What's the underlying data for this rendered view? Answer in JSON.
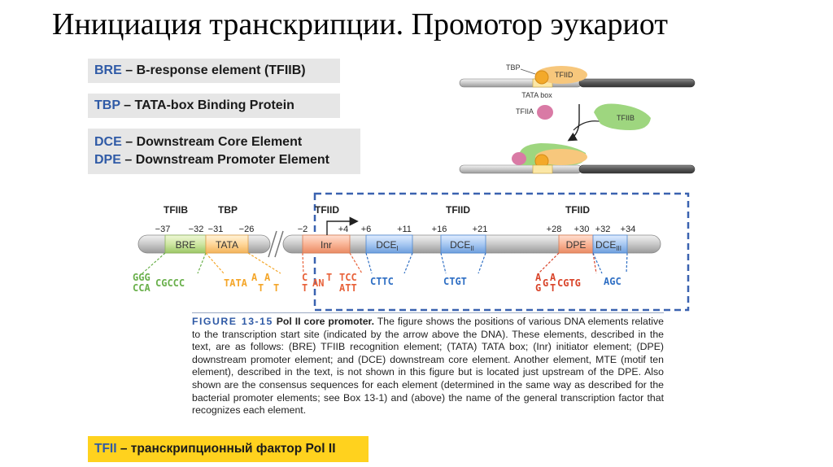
{
  "title": "Инициация транскрипции. Промотор эукариот",
  "legend": {
    "bre": {
      "abbr": "BRE",
      "text": " – B-response element (TFIIB)"
    },
    "tbp": {
      "abbr": "TBP",
      "text": " – TATA-box Binding Protein"
    },
    "dce": {
      "abbr": "DCE",
      "text": " – Downstream Core Element"
    },
    "dpe": {
      "abbr": "DPE",
      "text": " – Downstream Promoter Element"
    }
  },
  "assembly_diagram": {
    "labels": {
      "tbp": "TBP",
      "tfiid": "TFIID",
      "tata_box": "TATA box",
      "tfiia": "TFIIA",
      "tfiib": "TFIIB"
    }
  },
  "promoter_map": {
    "factors": {
      "tfiib": "TFIIB",
      "tbp": "TBP",
      "tfiid_1": "TFIID",
      "tfiid_2": "TFIID",
      "tfiid_3": "TFIID"
    },
    "positions": {
      "p37": "−37",
      "p32": "−32",
      "p31": "−31",
      "p26": "−26",
      "p2": "−2",
      "p4": "+4",
      "p6": "+6",
      "p11": "+11",
      "p16": "+16",
      "p21": "+21",
      "p28": "+28",
      "p30": "+30",
      "p32b": "+32",
      "p34": "+34"
    },
    "elements": {
      "bre": "BRE",
      "tata": "TATA",
      "inr": "Inr",
      "dce1": "DCE",
      "dce1_sub": "I",
      "dce2": "DCE",
      "dce2_sub": "II",
      "dpe": "DPE",
      "dce3": "DCE",
      "dce3_sub": "III"
    },
    "sequences": {
      "bre_a": "GGG",
      "bre_b": "CCA",
      "bre_c": "CGCCC",
      "tata_a": "TATA",
      "tata_b": "A",
      "tata_c": "A",
      "tata_d": "T",
      "tata_e": "T",
      "inr_a": "C",
      "inr_b": "T",
      "inr_c": "AN",
      "inr_d": "T",
      "inr_e": "TCC",
      "inr_f": "ATT",
      "dce1": "CTTC",
      "dce2": "CTGT",
      "dpe_a": "A",
      "dpe_b": "G",
      "dpe_c": "G",
      "dpe_d": "A",
      "dpe_e": "T",
      "dpe_f": "CGTG",
      "dce3": "AGC"
    },
    "colors": {
      "bre": "#6ab04c",
      "tata": "#f4a62a",
      "inr": "#e8623a",
      "dce": "#2f6fc4",
      "dpe": "#d9452b",
      "highlight_box": "#3a62b0"
    }
  },
  "caption": {
    "figure_number": "FIGURE 13-15",
    "figure_title": "Pol II core promoter.",
    "text": " The figure shows the positions of various DNA elements relative to the transcription start site (indicated by the arrow above the DNA). These elements, described in the text, are as follows: (BRE) TFIIB recognition element; (TATA) TATA box; (Inr) initiator element; (DPE) downstream promoter element; and (DCE) downstream core element. Another element, MTE (motif ten element), described in the text, is not shown in this figure but is located just upstream of the DPE. Also shown are the consensus sequences for each element (determined in the same way as described for the bacterial promoter elements; see Box 13-1) and (above) the name of the general transcription factor that recognizes each element."
  },
  "footer": {
    "abbr": "TFII",
    "text": " – транскрипционный фактор Pol II"
  }
}
